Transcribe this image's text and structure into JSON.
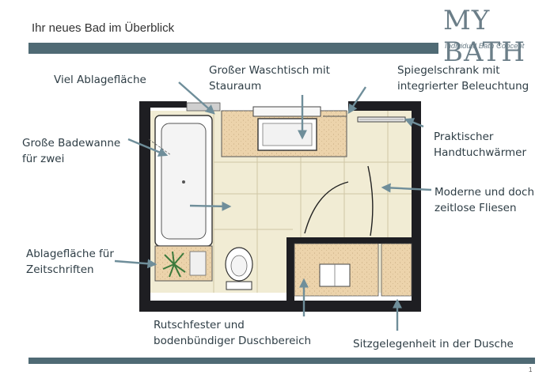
{
  "page": {
    "title": "Ihr neues Bad im Überblick",
    "page_number": "1"
  },
  "logo": {
    "main": "MY BATH",
    "tagline": "Individual Bath Concept"
  },
  "labels": {
    "ablage": "Viel Ablagefläche",
    "waschtisch": "Großer Waschtisch mit\nStauraum",
    "spiegel": "Spiegelschrank mit\nintegrierter Beleuchtung",
    "badewanne": "Große Badewanne\nfür zwei",
    "handtuch": "Praktischer\nHandtuchwärmer",
    "fliesen": "Moderne und doch\nzeitlose Fliesen",
    "zeitschriften": "Ablagefläche für\nZeitschriften",
    "dusche": "Rutschfester und\nbodenbündiger Duschbereich",
    "sitz": "Sitzgelegenheit in der Dusche"
  },
  "colors": {
    "accent": "#4f6a74",
    "wall": "#1e1e22",
    "wood": "#ecd3ab",
    "tile": "#f1ecd4",
    "arrow": "#6f8e9a"
  }
}
